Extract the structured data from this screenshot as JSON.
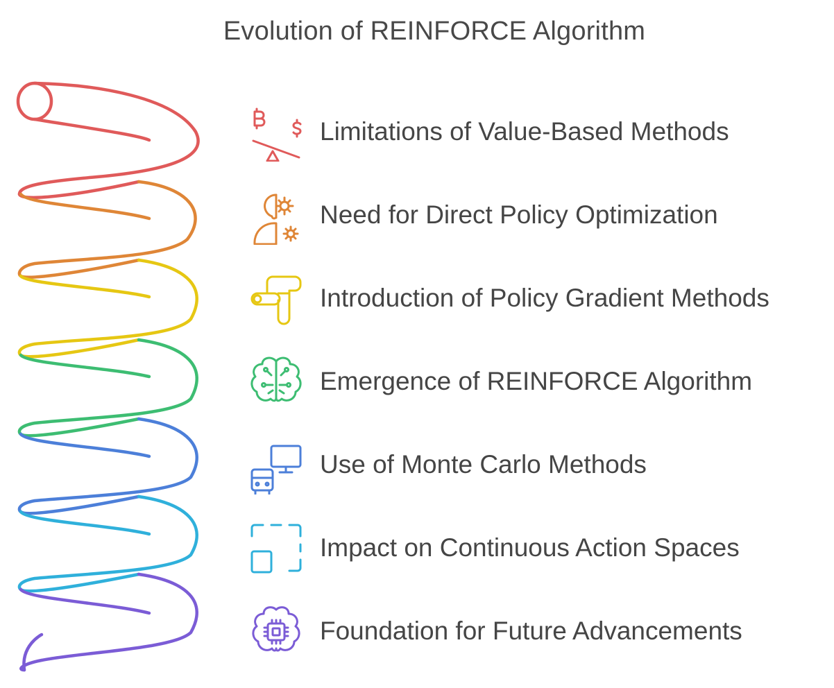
{
  "title": "Evolution of REINFORCE Algorithm",
  "items": [
    {
      "label": "Limitations of Value-Based Methods",
      "icon": "scale-bitcoin-dollar-icon",
      "color": "#e05a5a"
    },
    {
      "label": "Need for Direct Policy Optimization",
      "icon": "head-gears-icon",
      "color": "#df8637"
    },
    {
      "label": "Introduction of Policy Gradient Methods",
      "icon": "pipe-icon",
      "color": "#e6c713"
    },
    {
      "label": "Emergence of REINFORCE Algorithm",
      "icon": "brain-circuit-icon",
      "color": "#3dbd72"
    },
    {
      "label": "Use of Monte Carlo Methods",
      "icon": "monitor-bus-icon",
      "color": "#4c7fd9"
    },
    {
      "label": "Impact on Continuous Action Spaces",
      "icon": "expand-frame-icon",
      "color": "#2fb0db"
    },
    {
      "label": "Foundation for Future Advancements",
      "icon": "brain-chip-icon",
      "color": "#7b5cd6"
    }
  ]
}
